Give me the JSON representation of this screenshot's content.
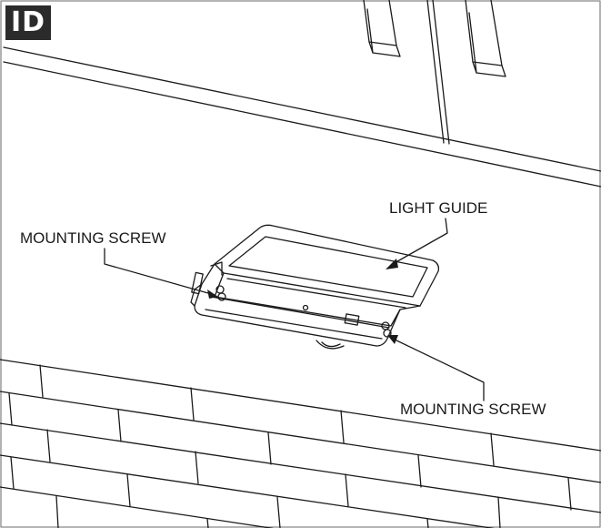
{
  "step": {
    "label": "ID"
  },
  "callouts": {
    "light_guide": "LIGHT GUIDE",
    "mounting_screw_left": "MOUNTING SCREW",
    "mounting_screw_right": "MOUNTING SCREW"
  },
  "colors": {
    "line": "#1a1a1a",
    "badge": "#2b2b2b"
  }
}
